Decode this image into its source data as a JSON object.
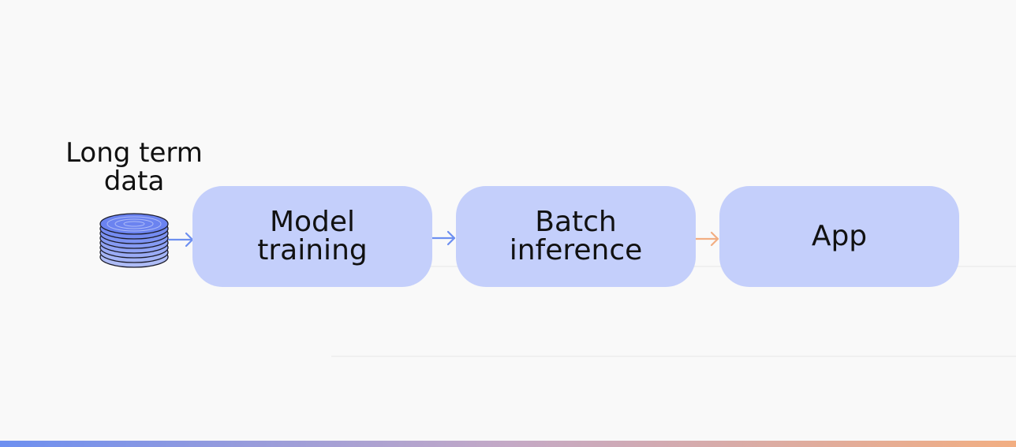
{
  "diagram": {
    "source": {
      "label": "Long term\ndata",
      "icon": "database-stack-icon"
    },
    "nodes": [
      {
        "id": "model-training",
        "label": "Model\ntraining"
      },
      {
        "id": "batch-inference",
        "label": "Batch\ninference"
      },
      {
        "id": "app",
        "label": "App"
      }
    ],
    "edges": [
      {
        "from": "source",
        "to": "model-training",
        "color": "#6d8ff0"
      },
      {
        "from": "model-training",
        "to": "batch-inference",
        "color": "#6d8ff0"
      },
      {
        "from": "batch-inference",
        "to": "app",
        "color": "#f2ae82"
      }
    ]
  },
  "colors": {
    "node_fill": "#c4cffb",
    "accent_blue": "#6d8ff0",
    "accent_orange": "#f2ae82",
    "background": "#f9f9f9"
  }
}
